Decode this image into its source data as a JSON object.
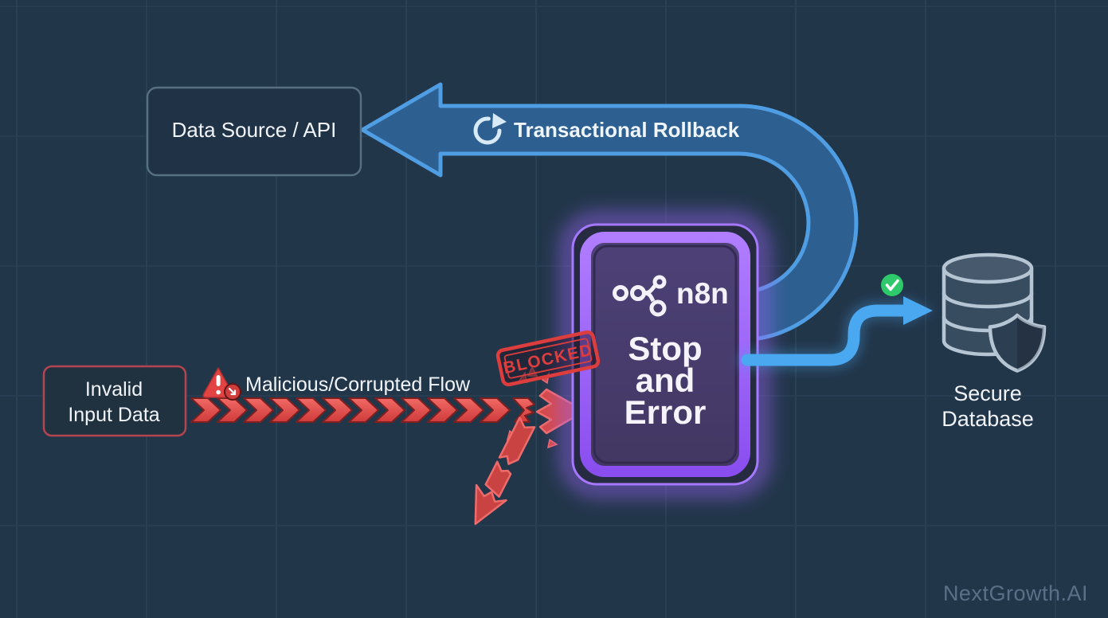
{
  "diagram": {
    "background_color": "#22364a",
    "grid_color": "#8fb6d9",
    "boxes": {
      "data_source": {
        "label": "Data Source / API",
        "border_color": "#56707f"
      },
      "invalid_input": {
        "line1": "Invalid",
        "line2": "Input Data",
        "border_color": "#b2454f"
      }
    },
    "rollback": {
      "label": "Transactional Rollback",
      "icon": "refresh-icon",
      "arrow_fill": "#2d5f90",
      "arrow_stroke": "#4f9de2"
    },
    "malicious_flow": {
      "label": "Malicious/Corrupted Flow",
      "icon": "warning-icon",
      "arrow_color": "#e14b4b"
    },
    "blocked_stamp": {
      "label": "BLOCKED",
      "color": "#dd3d3d"
    },
    "n8n_node": {
      "brand": "n8n",
      "line1": "Stop",
      "line2": "and",
      "line3": "Error",
      "border_color": "#9b63f5",
      "panel_fill": "#473b6a"
    },
    "success_path": {
      "icon": "check-icon",
      "arrow_color": "#49a8f0",
      "check_color": "#2ec96a"
    },
    "database": {
      "line1": "Secure",
      "line2": "Database",
      "icons": [
        "database-icon",
        "shield-icon"
      ]
    },
    "watermark": {
      "label": "NextGrowth.AI"
    }
  }
}
